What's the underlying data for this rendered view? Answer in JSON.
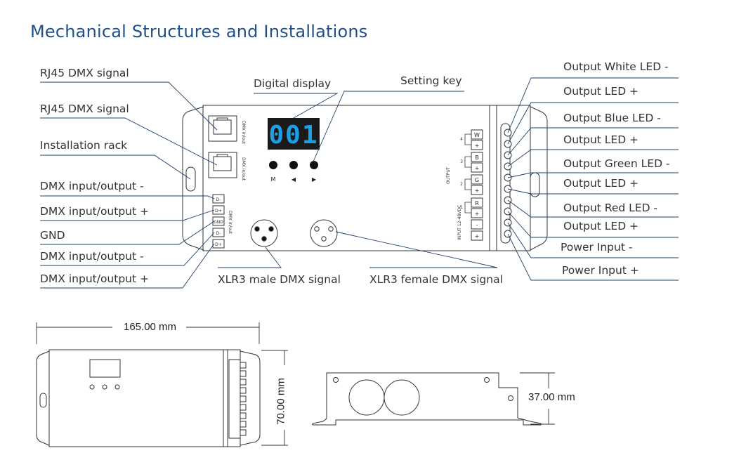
{
  "title": "Mechanical Structures and Installations",
  "left_labels": [
    "RJ45 DMX signal",
    "RJ45 DMX signal",
    "Installation rack",
    "DMX input/output -",
    "DMX input/output +",
    "GND",
    "DMX input/output -",
    "DMX input/output +"
  ],
  "top_labels": {
    "digital_display": "Digital display",
    "setting_key": "Setting key"
  },
  "bottom_labels": {
    "xlr_male": "XLR3 male DMX signal",
    "xlr_female": "XLR3 female DMX signal"
  },
  "right_labels": [
    "Output White LED -",
    "Output LED +",
    "Output Blue LED -",
    "Output LED +",
    "Output Green LED -",
    "Output LED +",
    "Output Red LED -",
    "Output LED +",
    "Power Input -",
    "Power Input +"
  ],
  "device": {
    "display_value": "001",
    "keys": [
      "M",
      "◀",
      "▶"
    ],
    "dmx_terminals": [
      "D-",
      "D+",
      "GND",
      "D-",
      "D+"
    ],
    "dmx_inout_label": "DMX in/out",
    "rj45_labels": [
      "DMX in/out",
      "DMX in/out"
    ],
    "output_label": "OUTPUT",
    "output_channels": [
      "4",
      "3",
      "2",
      "1"
    ],
    "output_terminals": [
      {
        "minus": "W",
        "plus": "+"
      },
      {
        "minus": "B",
        "plus": "+"
      },
      {
        "minus": "G",
        "plus": "+"
      },
      {
        "minus": "R",
        "plus": "+"
      }
    ],
    "input_label": "INPUT 12-48VDC",
    "input_terminals": [
      "-",
      "+"
    ]
  },
  "dimensions": {
    "length": "165.00 mm",
    "width": "70.00 mm",
    "height": "37.00 mm"
  },
  "colors": {
    "title": "#1f4f8a",
    "display_bg": "#1a1a1a",
    "display_digits": "#1aa0e6",
    "lines": "#333333"
  }
}
